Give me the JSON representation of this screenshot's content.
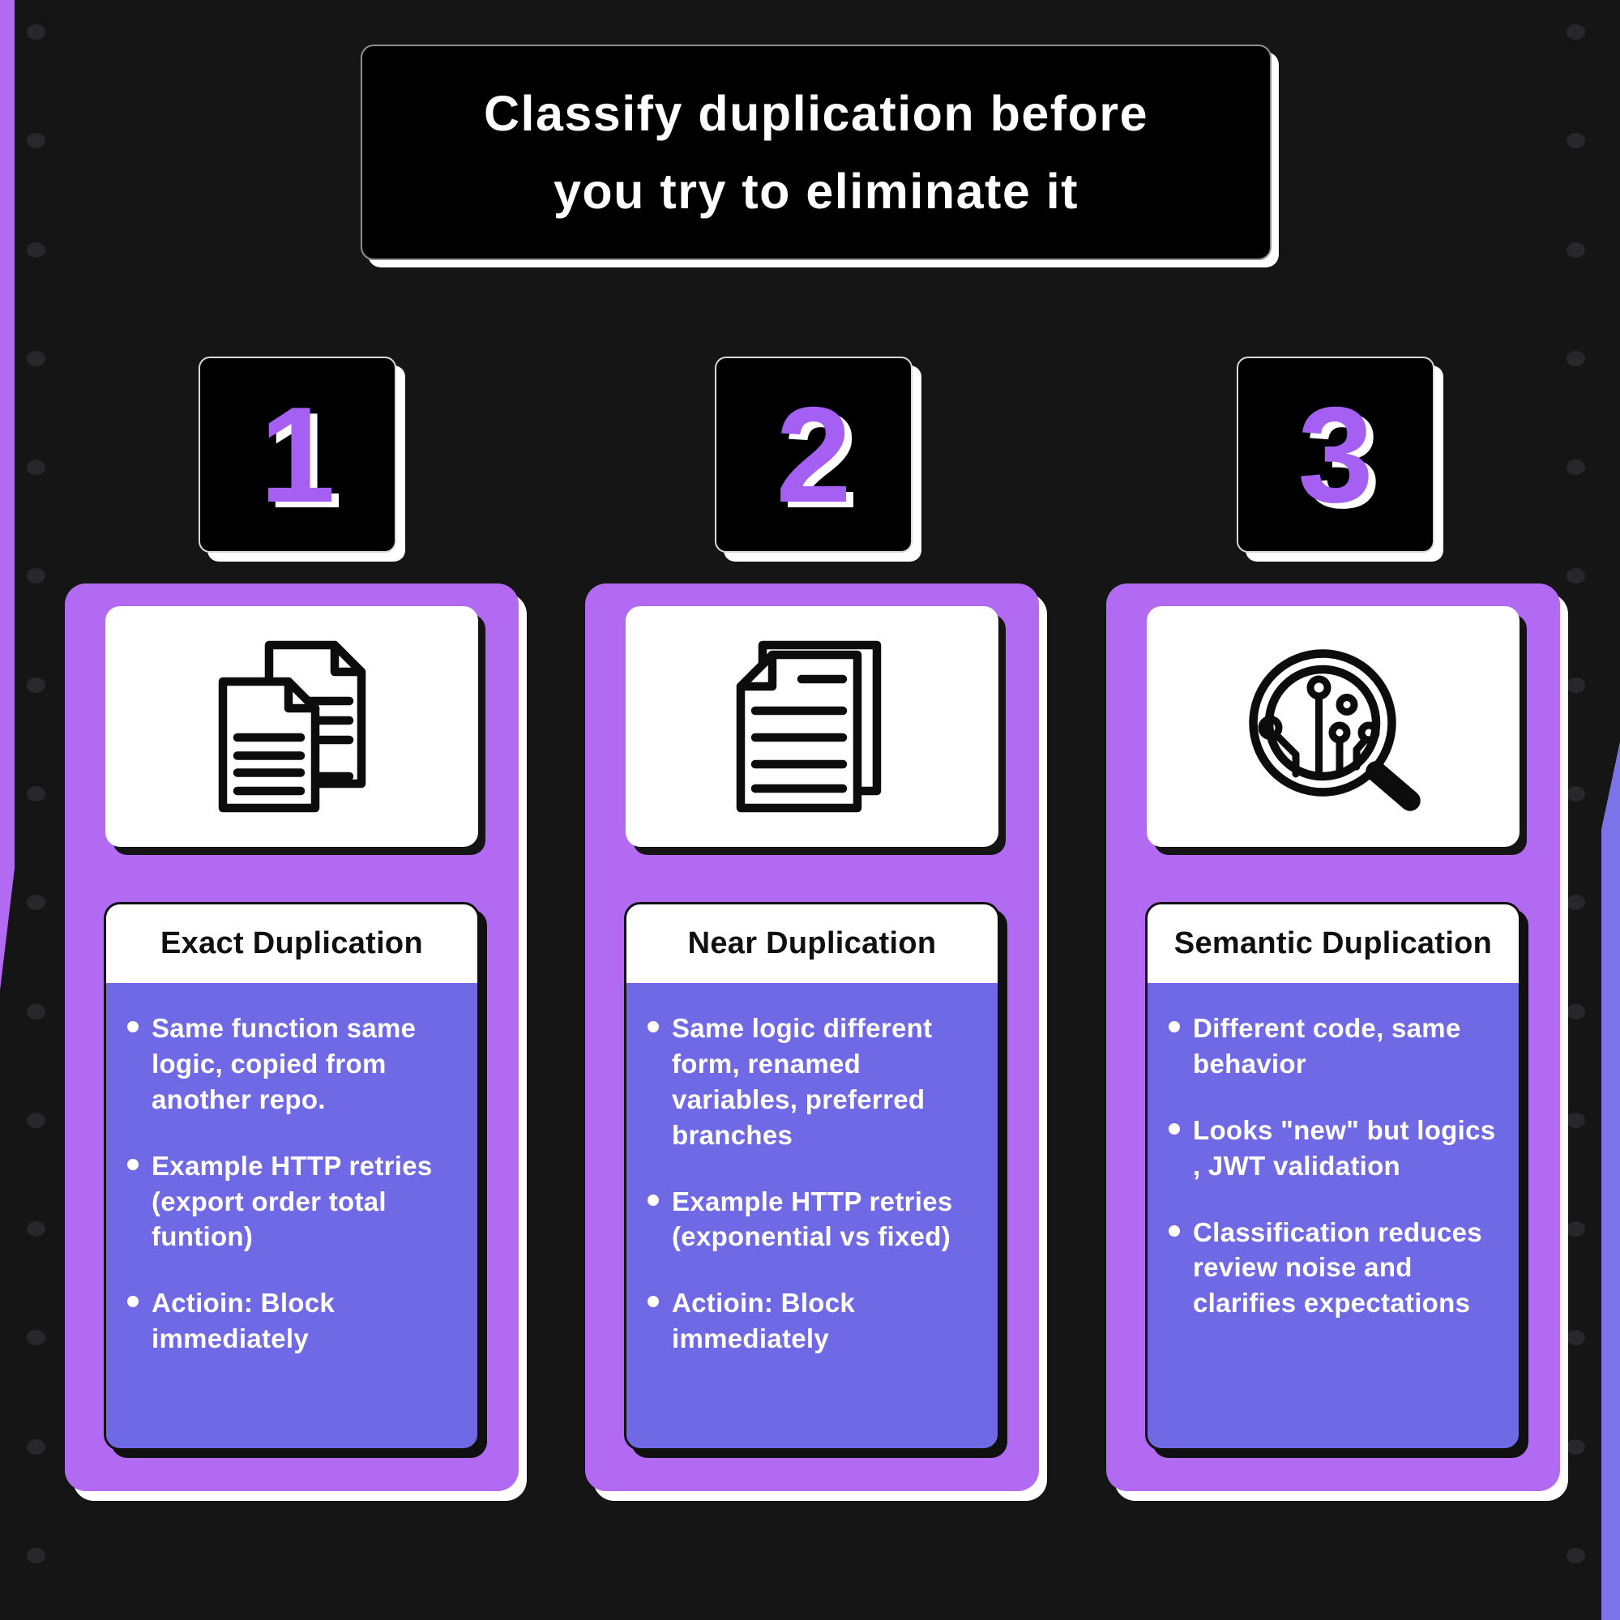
{
  "title": {
    "line1": "Classify duplication before",
    "line2": "you try to eliminate it"
  },
  "steps": [
    {
      "number": "1",
      "icon": "copy-documents-icon",
      "heading": "Exact Duplication",
      "bullets": [
        "Same function same logic, copied from another repo.",
        "Example HTTP retries (export order total funtion)",
        "Actioin: Block immediately"
      ]
    },
    {
      "number": "2",
      "icon": "stacked-documents-icon",
      "heading": "Near Duplication",
      "bullets": [
        "Same logic different form, renamed variables, preferred branches",
        "Example HTTP retries (exponential vs fixed)",
        "Actioin: Block immediately"
      ]
    },
    {
      "number": "3",
      "icon": "semantic-search-icon",
      "heading": "Semantic Duplication",
      "bullets": [
        "Different code, same behavior",
        "Looks \"new\" but logics , JWT validation",
        "Classification reduces review noise and clarifies expectations"
      ]
    }
  ],
  "colors": {
    "card_purple": "#b36af2",
    "body_indigo": "#7069e6",
    "number_purple": "#a55ff2",
    "ribbon_indigo": "#7b74e9",
    "background": "#151515"
  }
}
